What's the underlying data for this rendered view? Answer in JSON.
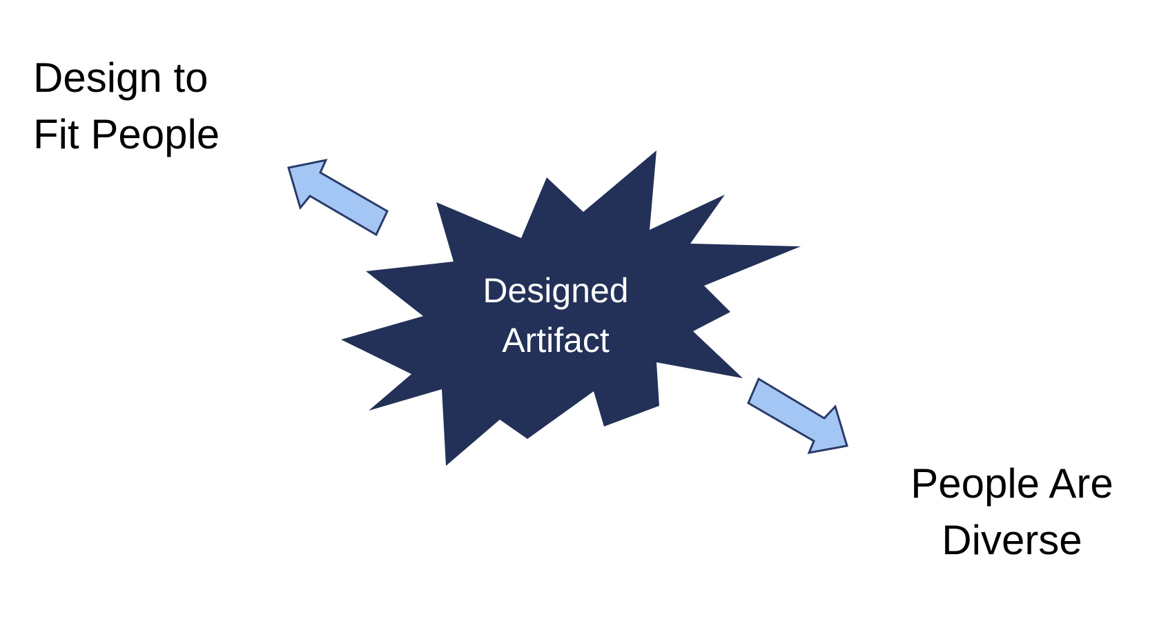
{
  "diagram": {
    "top_left_label": {
      "line1": "Design to",
      "line2": "Fit People"
    },
    "center_label": {
      "line1": "Designed",
      "line2": "Artifact"
    },
    "bottom_right_label": {
      "line1": "People Are",
      "line2": "Diverse"
    }
  },
  "colors": {
    "background": "#ffffff",
    "starburst_fill": "#233158",
    "arrow_fill": "#a4c6f5",
    "arrow_stroke": "#2a3b68",
    "label_text": "#000000",
    "center_text": "#ffffff"
  },
  "icons": {
    "center_shape": "starburst-icon",
    "arrow_left": "arrow-up-left-icon",
    "arrow_right": "arrow-down-right-icon"
  }
}
